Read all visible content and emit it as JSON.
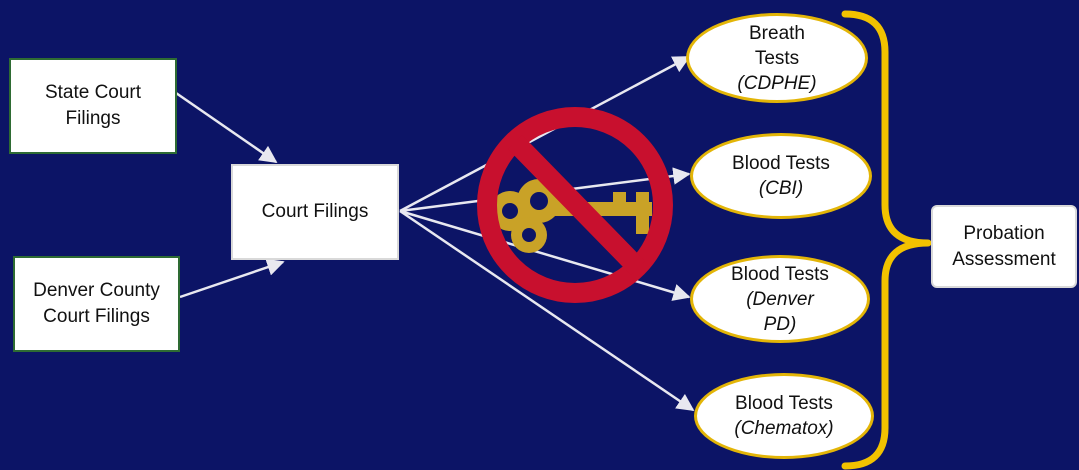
{
  "diagram": {
    "sources": [
      {
        "id": "state",
        "line1": "State Court",
        "line2": "Filings"
      },
      {
        "id": "denver",
        "line1": "Denver County",
        "line2": "Court Filings"
      }
    ],
    "hub": {
      "label": "Court Filings"
    },
    "tests": [
      {
        "id": "breath",
        "lines": [
          "Breath",
          "Tests"
        ],
        "source": "(CDPHE)"
      },
      {
        "id": "cbi",
        "lines": [
          "Blood Tests"
        ],
        "source": "(CBI)"
      },
      {
        "id": "denver-pd",
        "lines": [
          "Blood Tests"
        ],
        "source": [
          "(Denver",
          "PD)"
        ]
      },
      {
        "id": "chematox",
        "lines": [
          "Blood Tests"
        ],
        "source": "(Chematox)"
      }
    ],
    "outcome": {
      "line1": "Probation",
      "line2": "Assessment"
    },
    "icons": {
      "no_key": "no-key-icon",
      "brace": "curly-brace-icon"
    },
    "colors": {
      "background": "#0c1466",
      "prohibition": "#c8102e",
      "key": "#c9a227",
      "brace": "#f2c200",
      "oval_border": "#e3b507",
      "box_border": "#2e6b33",
      "arrow": "#e8e8f0"
    }
  }
}
